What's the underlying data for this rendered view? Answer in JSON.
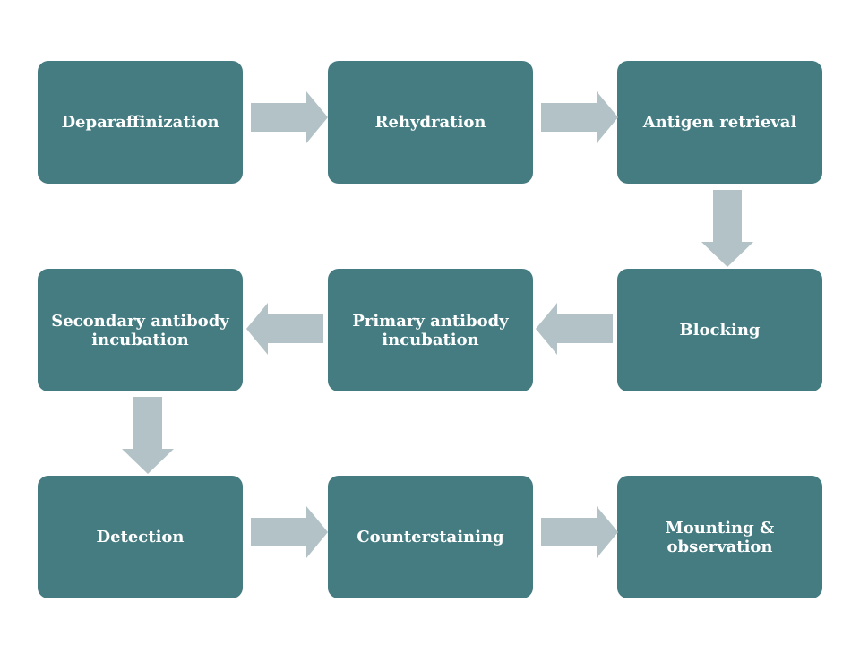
{
  "steps": [
    {
      "id": "deparaffinization",
      "label": "Deparaffinization"
    },
    {
      "id": "rehydration",
      "label": "Rehydration"
    },
    {
      "id": "antigen-retrieval",
      "label": "Antigen retrieval"
    },
    {
      "id": "blocking",
      "label": "Blocking"
    },
    {
      "id": "primary-antibody-incubation",
      "label": "Primary antibody incubation"
    },
    {
      "id": "secondary-antibody-incubation",
      "label": "Secondary antibody incubation"
    },
    {
      "id": "detection",
      "label": "Detection"
    },
    {
      "id": "counterstaining",
      "label": "Counterstaining"
    },
    {
      "id": "mounting-observation",
      "label": "Mounting & observation"
    }
  ],
  "colors": {
    "box": "#447c81",
    "box_text": "#ffffff",
    "arrow": "#b2c2c6"
  }
}
